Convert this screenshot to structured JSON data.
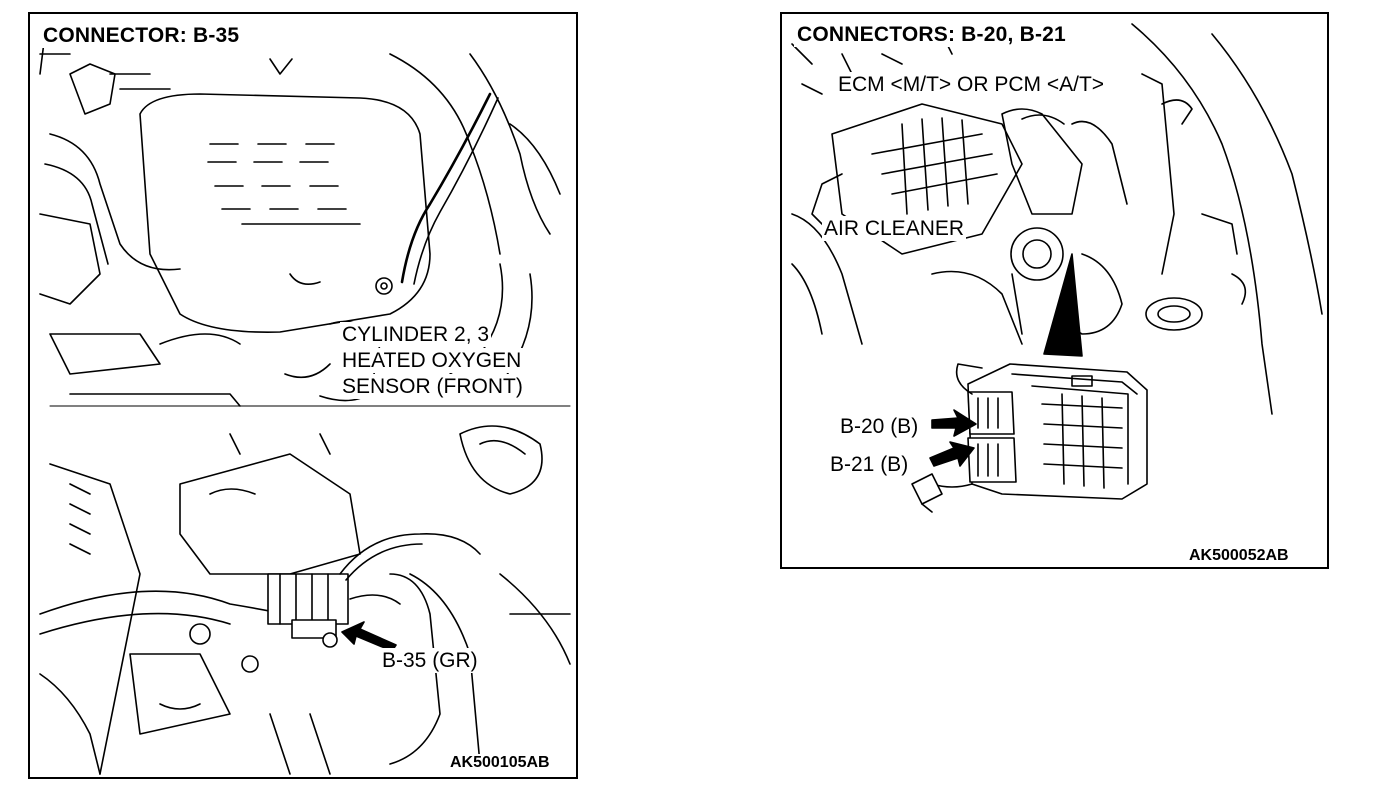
{
  "left_panel": {
    "title": "CONNECTOR: B-35",
    "sensor_label": [
      "CYLINDER 2, 3",
      "HEATED OXYGEN",
      "SENSOR (FRONT)"
    ],
    "connector_label": "B-35 (GR)",
    "figure_code": "AK500105AB"
  },
  "right_panel": {
    "title": "CONNECTORS: B-20, B-21",
    "ecm_label": "ECM <M/T> OR PCM <A/T>",
    "air_cleaner_label": "AIR CLEANER",
    "connector_b20_label": "B-20 (B)",
    "connector_b21_label": "B-21 (B)",
    "figure_code": "AK500052AB"
  }
}
